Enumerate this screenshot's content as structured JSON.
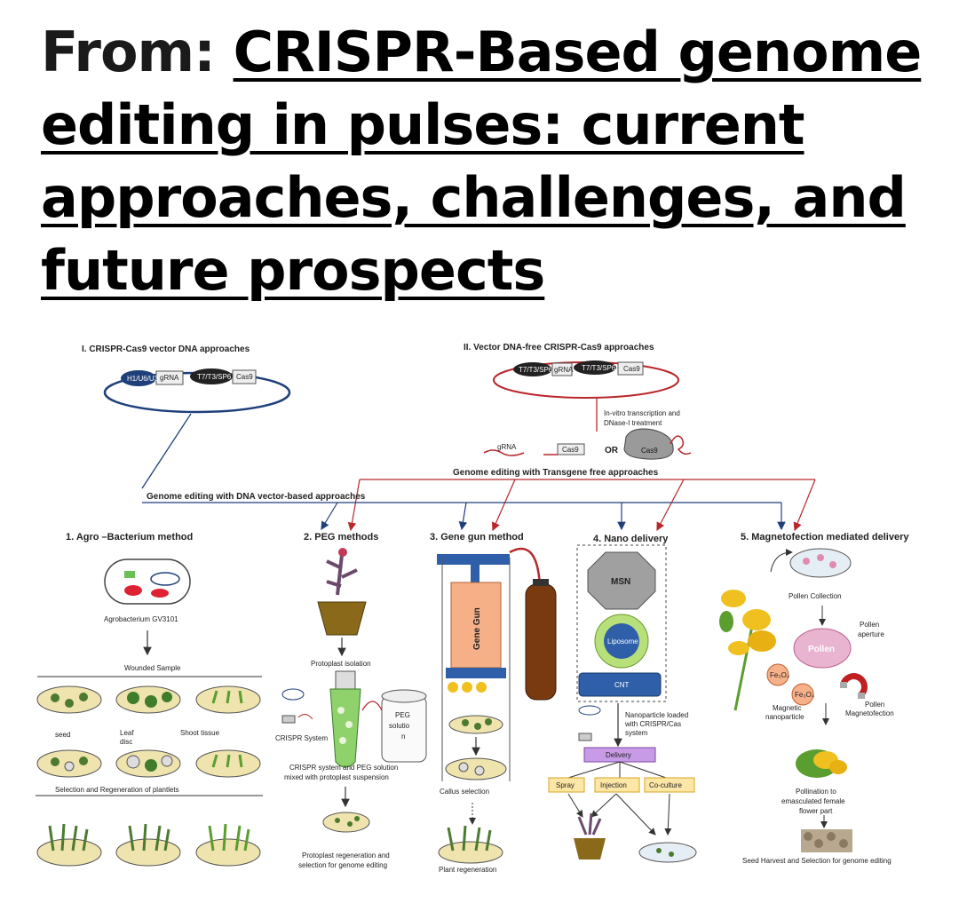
{
  "title": {
    "prefix": "From:",
    "link_text": "CRISPR-Based genome editing in pulses: current approaches, challenges, and future prospects"
  },
  "figure": {
    "section_I": "I. CRISPR-Cas9 vector DNA approaches",
    "section_II": "II. Vector DNA-free CRISPR-Cas9 approaches",
    "vector_I_labels": [
      "H1/U6/U3",
      "gRNA",
      "T7/T3/SP6",
      "Cas9"
    ],
    "vector_II_labels": [
      "T7/T3/SP6",
      "gRNA",
      "T7/T3/SP6",
      "Cas9"
    ],
    "in_vitro_1": "In-vitro transcription and",
    "in_vitro_2": "DNase-I treatment",
    "grna": "gRNA",
    "cas9": "Cas9",
    "or": "OR",
    "transgene_free": "Genome editing with Transgene free approaches",
    "dna_vector": "Genome editing with DNA vector-based approaches",
    "m1": "1. Agro –Bacterium method",
    "m2": "2. PEG methods",
    "m3": "3. Gene gun method",
    "m4": "4. Nano delivery",
    "m5": "5. Magnetofection mediated delivery",
    "agro_strain": "Agrobacterium GV3101",
    "wounded": "Wounded Sample",
    "seed": "seed",
    "leaf_1": "Leaf",
    "leaf_2": "disc",
    "shoot": "Shoot tissue",
    "selection_regen": "Selection and Regeneration of plantlets",
    "protoplast_isolation": "Protoplast isolation",
    "crispr_system": "CRISPR System",
    "peg_1": "PEG",
    "peg_2": "solutio",
    "peg_3": "n",
    "crispr_peg_1": "CRISPR system and PEG solution",
    "crispr_peg_2": "mixed with protoplast suspension",
    "protoplast_regen_1": "Protoplast regeneration and",
    "protoplast_regen_2": "selection for genome editing",
    "gene_gun": "Gene Gun",
    "callus": "Callus selection",
    "plant_regen": "Plant regeneration",
    "msn": "MSN",
    "liposome": "Liposome",
    "cnt": "CNT",
    "nano_loaded_1": "Nanoparticle loaded",
    "nano_loaded_2": "with CRISPR/Cas",
    "nano_loaded_3": "system",
    "delivery": "Delivery",
    "spray": "Spray",
    "injection": "Injection",
    "coculture": "Co-culture",
    "pollen_collection": "Pollen Collection",
    "pollen": "Pollen",
    "pollen_aperture_1": "Pollen",
    "pollen_aperture_2": "aperture",
    "fe3o4": "Fe₃O₄",
    "magnetic_1": "Magnetic",
    "magnetic_2": "nanoparticle",
    "pollen_magneto_1": "Pollen",
    "pollen_magneto_2": "Magnetofection",
    "pollination_1": "Pollination to",
    "pollination_2": "emasculated female",
    "pollination_3": "flower part",
    "seed_harvest": "Seed Harvest and Selection for genome editing"
  }
}
